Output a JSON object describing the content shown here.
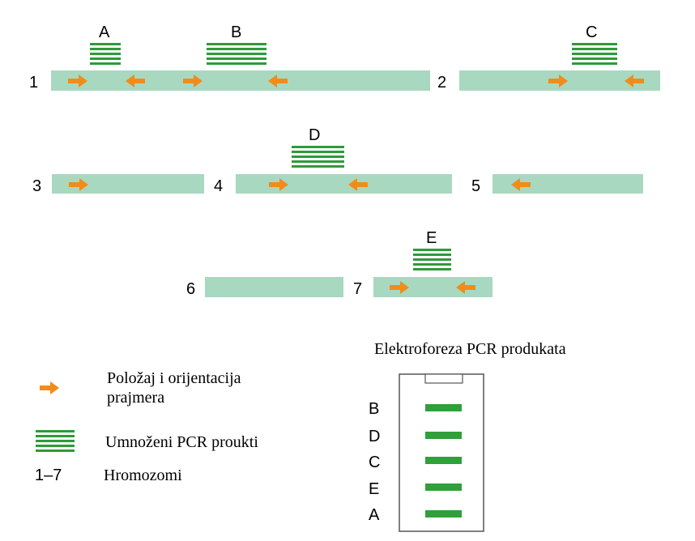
{
  "colors": {
    "chromosome": "#a8d8c0",
    "primer": "#f08c1a",
    "product": "#2f9a3a",
    "band": "#2fa03a",
    "gel_border": "#555555"
  },
  "chromosomes": [
    {
      "label": "1",
      "primers": [
        "right",
        "left",
        "right",
        "left"
      ]
    },
    {
      "label": "2",
      "primers": [
        "right",
        "left"
      ]
    },
    {
      "label": "3",
      "primers": [
        "right"
      ]
    },
    {
      "label": "4",
      "primers": [
        "right",
        "left"
      ]
    },
    {
      "label": "5",
      "primers": [
        "left"
      ]
    },
    {
      "label": "6",
      "primers": []
    },
    {
      "label": "7",
      "primers": [
        "right",
        "left"
      ]
    }
  ],
  "products": [
    {
      "label": "A",
      "chromosome": "1"
    },
    {
      "label": "B",
      "chromosome": "1"
    },
    {
      "label": "C",
      "chromosome": "2"
    },
    {
      "label": "D",
      "chromosome": "4"
    },
    {
      "label": "E",
      "chromosome": "7"
    }
  ],
  "legend": {
    "primer_text": "Položaj i orijentacija prajmera",
    "primer_icon": "primer-arrow-icon",
    "product_text": "Umnoženi PCR proukti",
    "product_icon": "pcr-product-icon",
    "chromosome_key": "1–7",
    "chromosome_text": "Hromozomi"
  },
  "gel": {
    "title": "Elektroforeza PCR produkata",
    "lanes": [
      "B",
      "D",
      "C",
      "E",
      "A"
    ]
  }
}
